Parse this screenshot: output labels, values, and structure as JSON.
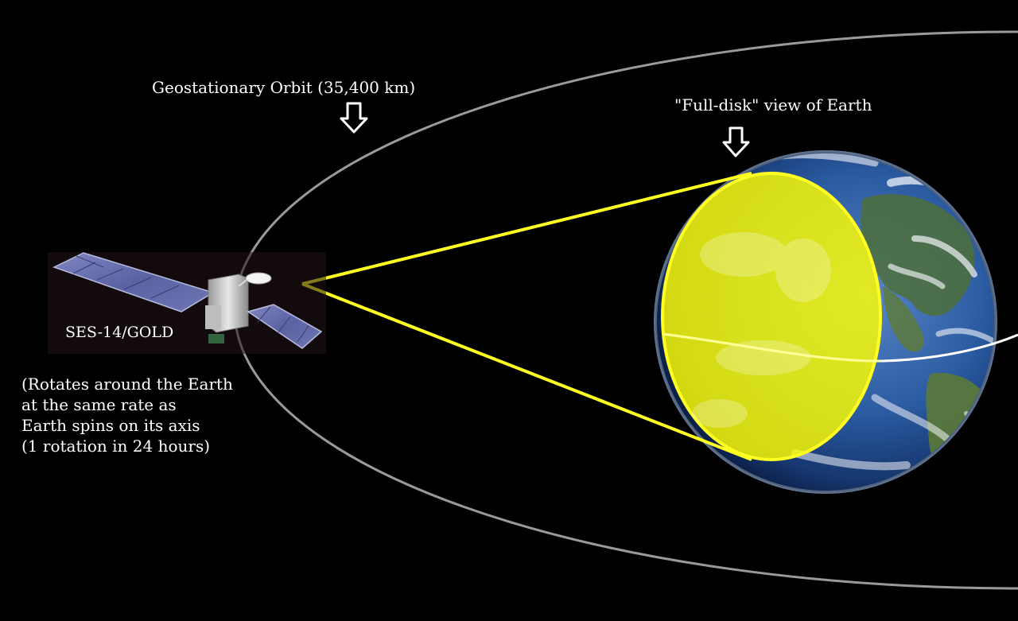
{
  "labels": {
    "orbit": "Geostationary Orbit (35,400 km)",
    "full_disk": "\"Full-disk\" view of Earth",
    "satellite": "SES-14/GOLD",
    "note_lines": [
      "(Rotates around the Earth",
      "at the same rate as",
      "Earth spins on its axis",
      "(1 rotation in 24 hours)"
    ]
  },
  "colors": {
    "background": "#000000",
    "orbit_line": "#9a9a9a",
    "view_cone": "#ffff22",
    "disk_fill": "#ffff00",
    "equator": "#ffffff",
    "ocean": "#1e3f7a",
    "cloud": "#f2f4f8",
    "text": "#ffffff"
  },
  "icons": {
    "arrows": [
      "down-arrow-icon",
      "down-arrow-icon"
    ],
    "satellite": "satellite-icon",
    "earth": "earth-globe"
  }
}
